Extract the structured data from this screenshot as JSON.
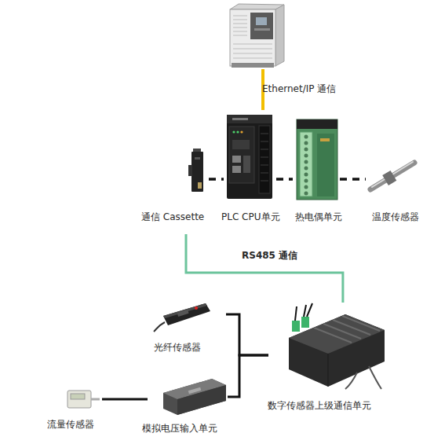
{
  "diagram": {
    "nodes": [
      {
        "text": []
      },
      {
        "text": [
          "通信 Cassette"
        ]
      },
      {
        "text": [
          "PLC CPU单元"
        ]
      },
      {
        "text": [
          "热电偶单元"
        ]
      },
      {
        "text": [
          "温度传感器"
        ]
      },
      {
        "text": [
          "光纤传感器"
        ]
      },
      {
        "text": [
          "数字传感器上级通信单元"
        ]
      },
      {
        "text": [
          "流量传感器"
        ]
      },
      {
        "text": [
          "模拟电压输入单元"
        ]
      }
    ],
    "edges": [
      {
        "from": 0,
        "to": 2,
        "arrow": "none",
        "label": "Ethernet/IP 通信"
      },
      {
        "from": 1,
        "to": 2,
        "arrow": "none"
      },
      {
        "from": 2,
        "to": 3,
        "arrow": "none"
      },
      {
        "from": 3,
        "to": 4,
        "arrow": "none"
      },
      {
        "from": 1,
        "to": 6,
        "arrow": "none",
        "label": "RS485 通信"
      },
      {
        "from": 5,
        "to": 6,
        "arrow": "none"
      },
      {
        "from": 8,
        "to": 6,
        "arrow": "none"
      },
      {
        "from": 7,
        "to": 8,
        "arrow": "none"
      }
    ]
  }
}
